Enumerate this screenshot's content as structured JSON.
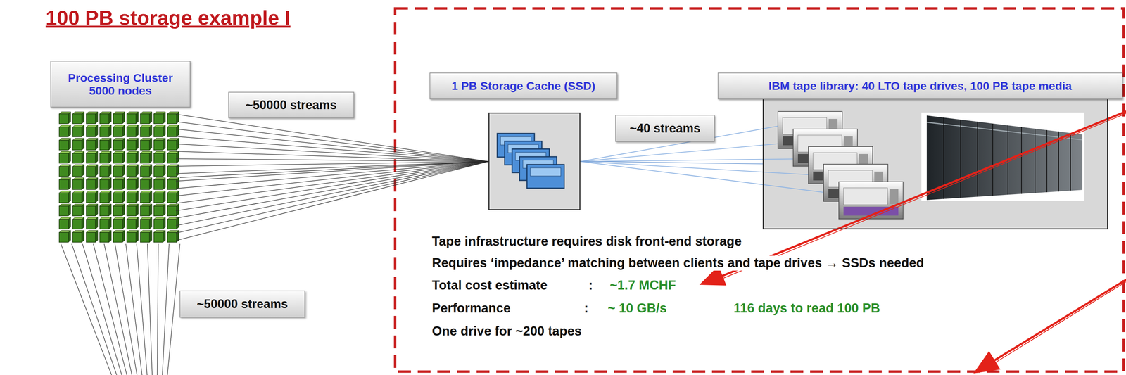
{
  "diagram": {
    "title": "100 PB storage example I",
    "nodes": [
      {
        "text": [
          "Processing Cluster 5000 nodes"
        ]
      },
      {
        "text": [
          "1 PB Storage Cache (SSD)"
        ]
      },
      {
        "text": [
          "IBM tape library: 40 LTO tape drives, 100 PB tape media"
        ]
      }
    ],
    "edges": [
      {
        "from": 0,
        "to": 1,
        "label": "~50000 streams",
        "arrow": "none"
      },
      {
        "from": 1,
        "to": 2,
        "label": "~40 streams",
        "arrow": "none"
      }
    ],
    "labels": [
      "~50000 streams",
      "Tape infrastructure requires disk front-end storage",
      "Requires ‘impedance’ matching between clients and tape drives → SSDs needed",
      "Total cost estimate",
      ":",
      "~1.7 MCHF",
      "Performance",
      ":",
      "~ 10 GB/s",
      "116 days to read 100 PB",
      "One drive for ~200 tapes"
    ]
  }
}
